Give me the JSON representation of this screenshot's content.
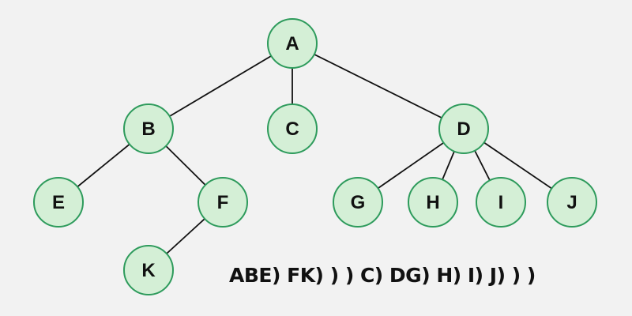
{
  "colors": {
    "background": "#f2f2f2",
    "node_fill": "#d4efd6",
    "node_stroke": "#2e9b5c",
    "edge": "#111111",
    "text": "#111111"
  },
  "nodes": [
    {
      "id": "A",
      "label": "A"
    },
    {
      "id": "B",
      "label": "B"
    },
    {
      "id": "C",
      "label": "C"
    },
    {
      "id": "D",
      "label": "D"
    },
    {
      "id": "E",
      "label": "E"
    },
    {
      "id": "F",
      "label": "F"
    },
    {
      "id": "G",
      "label": "G"
    },
    {
      "id": "H",
      "label": "H"
    },
    {
      "id": "I",
      "label": "I"
    },
    {
      "id": "J",
      "label": "J"
    },
    {
      "id": "K",
      "label": "K"
    }
  ],
  "edges": [
    [
      "A",
      "B"
    ],
    [
      "A",
      "C"
    ],
    [
      "A",
      "D"
    ],
    [
      "B",
      "E"
    ],
    [
      "B",
      "F"
    ],
    [
      "F",
      "K"
    ],
    [
      "D",
      "G"
    ],
    [
      "D",
      "H"
    ],
    [
      "D",
      "I"
    ],
    [
      "D",
      "J"
    ]
  ],
  "serialization": "ABE) FK) ) ) C) DG) H) I) J) ) )"
}
